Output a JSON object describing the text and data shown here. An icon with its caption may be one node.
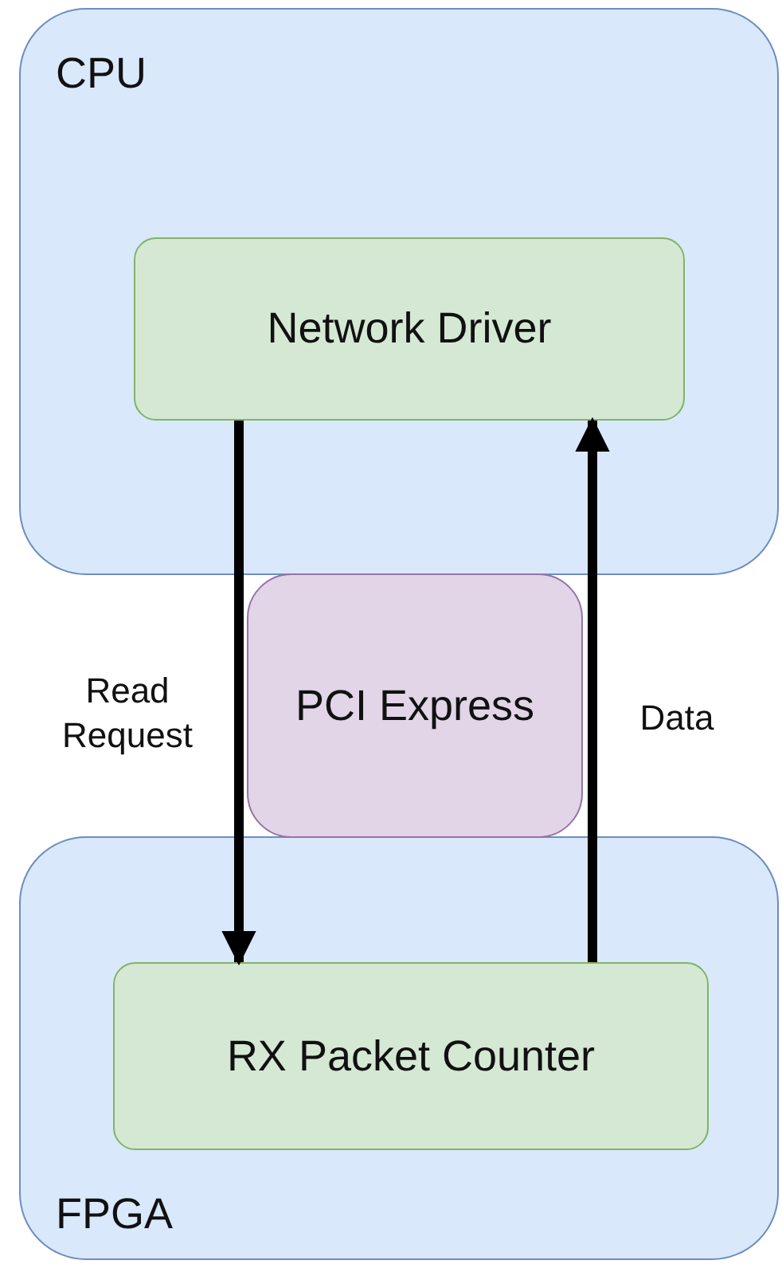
{
  "diagram": {
    "nodes": [
      {
        "text": [
          "CPU"
        ]
      },
      {
        "text": [
          "Network Driver"
        ],
        "in": 0
      },
      {
        "text": [
          "PCI Express"
        ]
      },
      {
        "text": [
          "FPGA"
        ]
      },
      {
        "text": [
          "RX Packet Counter"
        ],
        "in": 3
      }
    ],
    "edges": [
      {
        "from": 1,
        "to": 4,
        "arrow": "to",
        "label": "Read Request"
      },
      {
        "from": 4,
        "to": 1,
        "arrow": "to",
        "label": "Data"
      }
    ]
  }
}
